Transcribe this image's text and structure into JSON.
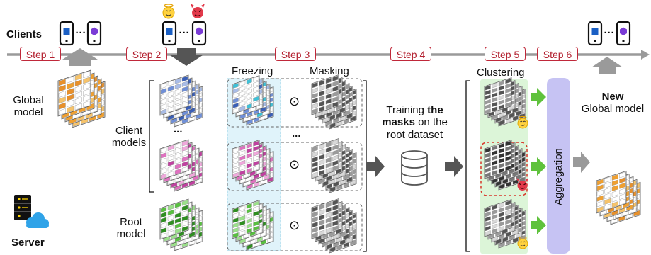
{
  "clients_label": "Clients",
  "server_label": "Server",
  "steps": [
    "Step 1",
    "Step 2",
    "Step 3",
    "Step 4",
    "Step 5",
    "Step 6"
  ],
  "global_model_label": [
    "Global",
    "model"
  ],
  "client_models_label": [
    "Client",
    "models"
  ],
  "root_model_label": [
    "Root",
    "model"
  ],
  "ellipsis": "...",
  "freezing_label": "Freezing",
  "masking_label": "Masking",
  "odot": "⊙",
  "training": {
    "line1_pre": "Training ",
    "line1_bold": "the",
    "line2_bold": "masks",
    "line2_post": " on the",
    "line3": "root dataset"
  },
  "clustering_label": "Clustering",
  "aggregation_label": "Aggregation",
  "new_model": {
    "bold": "New",
    "rest": "Global model"
  },
  "colors": {
    "step_border": "#c0283a",
    "freeze_bg": "#dff3fa",
    "cluster_bg": "#dcf5d8",
    "aggregation_bg": "#c6c3f3",
    "arrow_green": "#5fc23c",
    "arrow_gray": "#7a7a7a",
    "orange": "#f0a030",
    "blue": "#6f8fd8",
    "pink": "#e070c0",
    "green": "#58c040"
  },
  "icons": [
    "smartphone-icon",
    "angel-face-icon",
    "devil-face-icon",
    "server-icon",
    "cloud-icon",
    "database-icon"
  ]
}
